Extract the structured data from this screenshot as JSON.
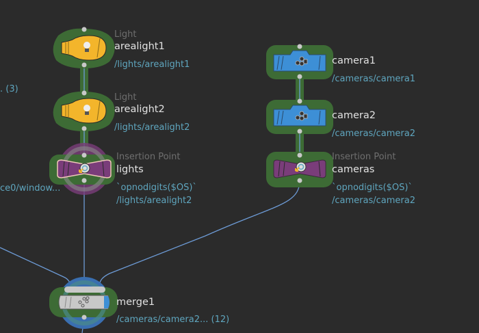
{
  "network": {
    "offscreen_labels": {
      "top_left_count": ". (3)",
      "window_path": "ce0/window..."
    },
    "nodes": [
      {
        "id": "arealight1",
        "type_label": "Light",
        "name": "arealight1",
        "path": "/lights/arealight1",
        "icon": "lightbulb-icon",
        "color": "#f3b52b"
      },
      {
        "id": "arealight2",
        "type_label": "Light",
        "name": "arealight2",
        "path": "/lights/arealight2",
        "icon": "lightbulb-icon",
        "color": "#f3b52b"
      },
      {
        "id": "lights",
        "type_label": "Insertion Point",
        "name": "lights",
        "expr": "`opnodigits($OS)`",
        "path": "/lights/arealight2",
        "icon": "insertion-point-icon",
        "color": "#7a3d7a"
      },
      {
        "id": "camera1",
        "type_label": "",
        "name": "camera1",
        "path": "/cameras/camera1",
        "icon": "camera-icon",
        "color": "#3d8fd6"
      },
      {
        "id": "camera2",
        "type_label": "",
        "name": "camera2",
        "path": "/cameras/camera2",
        "icon": "camera-icon",
        "color": "#3d8fd6"
      },
      {
        "id": "cameras",
        "type_label": "Insertion Point",
        "name": "cameras",
        "expr": "`opnodigits($OS)`",
        "path": "/cameras/camera2",
        "icon": "insertion-point-icon",
        "color": "#7a3d7a"
      },
      {
        "id": "merge1",
        "type_label": "",
        "name": "merge1",
        "path": "/cameras/camera2... (12)",
        "icon": "merge-icon",
        "color": "#c8c8c8"
      }
    ],
    "colors": {
      "background": "#2b2b2b",
      "selection_halo": "#3d6b35",
      "wire": "#6d9bd6",
      "port": "#c8c8c8",
      "type_text": "#6f6f6f",
      "name_text": "#e2e2e2",
      "path_text": "#5fa6bf"
    }
  }
}
